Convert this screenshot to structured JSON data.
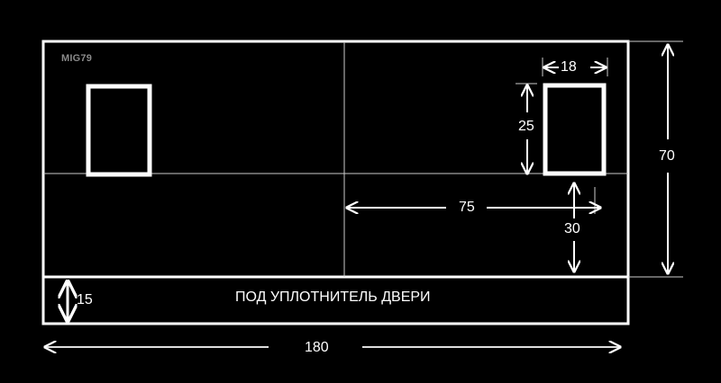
{
  "diagram": {
    "watermark": "MIG79",
    "colors": {
      "background": "#000000",
      "lines": "#ffffff",
      "watermark": "#8a8a8a"
    },
    "dimensions": {
      "total_width": "180",
      "total_height": "70",
      "cutout_width": "18",
      "cutout_height": "25",
      "offset_horizontal": "75",
      "offset_vertical": "30",
      "seal_strip_height": "15"
    },
    "seal_strip_label": "ПОД УПЛОТНИТЕЛЬ ДВЕРИ",
    "shapes": [
      {
        "name": "outer-frame",
        "type": "rectangle"
      },
      {
        "name": "left-cutout",
        "type": "rectangle"
      },
      {
        "name": "right-cutout",
        "type": "rectangle"
      },
      {
        "name": "seal-strip",
        "type": "rectangle"
      }
    ]
  }
}
